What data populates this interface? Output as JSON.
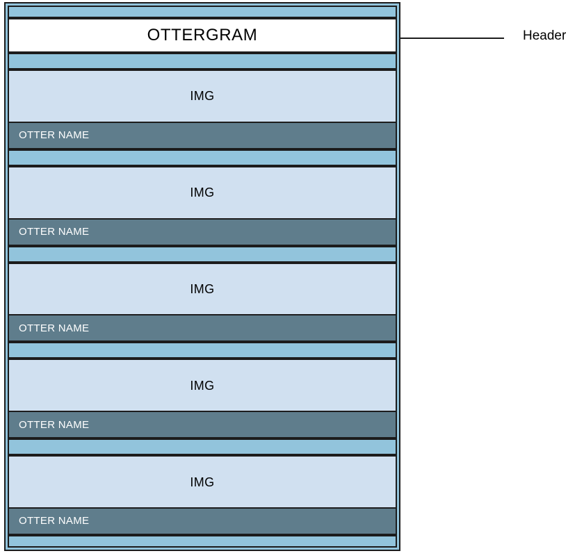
{
  "diagram": {
    "type": "ui-wireframe",
    "colors": {
      "page_background": "#ffffff",
      "container_fill": "#92c4dc",
      "gap_strip": "#92c4dc",
      "image_placeholder": "#d0e0f0",
      "name_bar": "#5f7d8c",
      "header_fill": "#ffffff",
      "outline": "#1c1c1c",
      "name_text": "#ffffff",
      "body_text": "#000000"
    }
  },
  "header": {
    "title": "OTTERGRAM"
  },
  "annotations": [
    {
      "label": "Header",
      "target": "header"
    }
  ],
  "cards": [
    {
      "image_label": "IMG",
      "name_label": "OTTER NAME"
    },
    {
      "image_label": "IMG",
      "name_label": "OTTER NAME"
    },
    {
      "image_label": "IMG",
      "name_label": "OTTER NAME"
    },
    {
      "image_label": "IMG",
      "name_label": "OTTER NAME"
    },
    {
      "image_label": "IMG",
      "name_label": "OTTER NAME"
    }
  ]
}
